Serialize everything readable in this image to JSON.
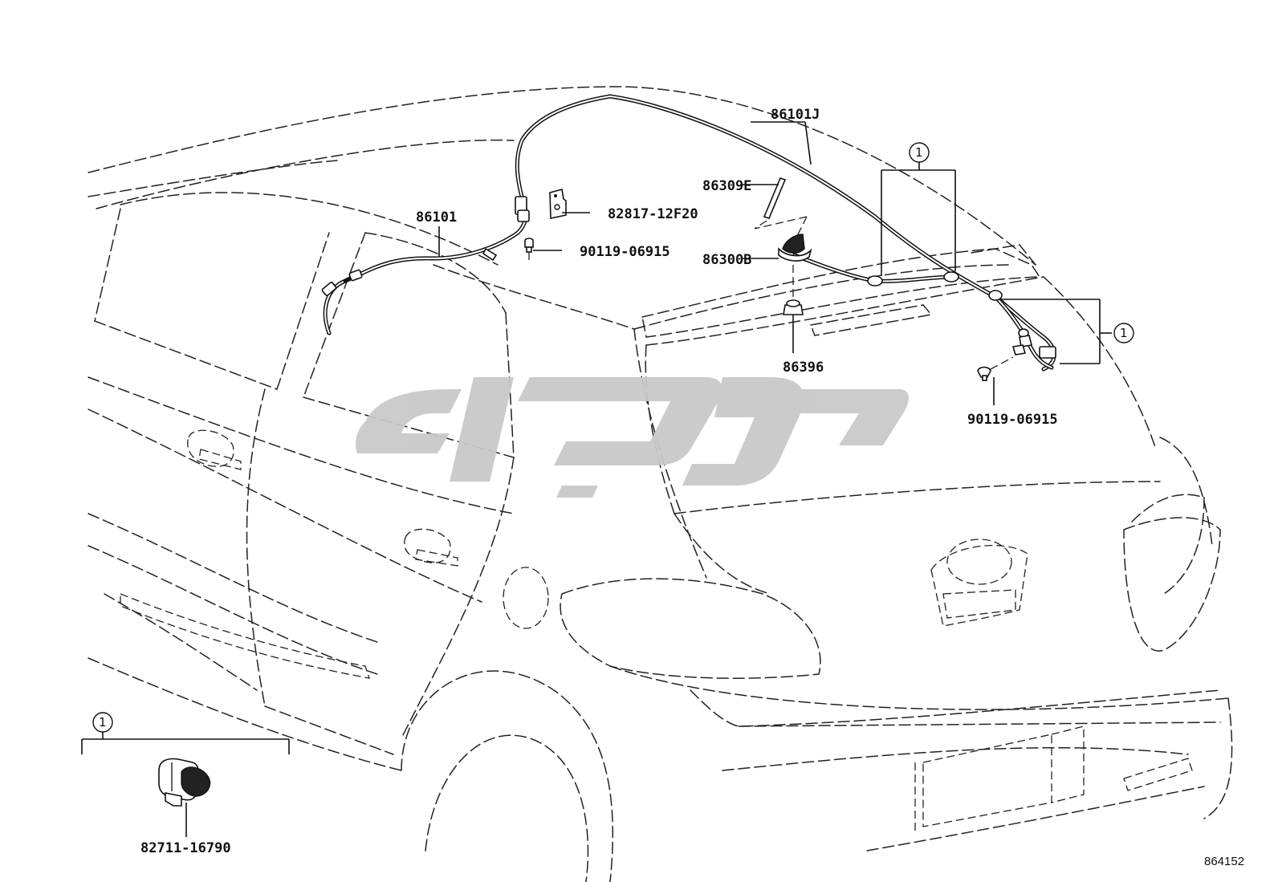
{
  "diagram": {
    "parts": {
      "p86101J": "86101J",
      "p86309E": "86309E",
      "p82817": "82817-12F20",
      "p86101": "86101",
      "p90119_a": "90119-06915",
      "p86300B": "86300B",
      "p86396": "86396",
      "p90119_b": "90119-06915",
      "p82711": "82711-16790"
    },
    "callouts": {
      "c1_top": "1",
      "c1_right": "1",
      "c1_inset": "1"
    },
    "diagram_code": "864152",
    "watermark_text": "تویوتا"
  }
}
